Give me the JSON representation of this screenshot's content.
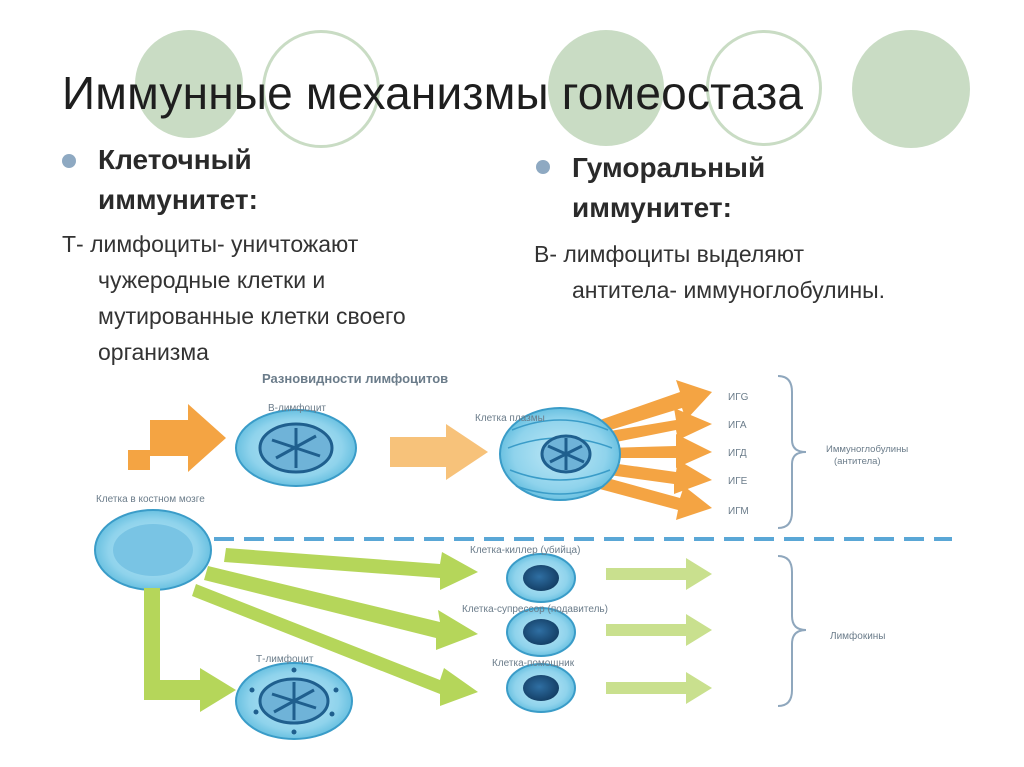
{
  "slide": {
    "title": "Иммунные механизмы гомеостаза"
  },
  "left": {
    "heading_line1": "Клеточный",
    "heading_line2": "иммунитет:",
    "desc_lines": [
      "Т- лимфоциты- уничтожают",
      "чужеродные клетки и",
      "мутированные клетки своего",
      "организма"
    ]
  },
  "right": {
    "heading_line1": "Гуморальный",
    "heading_line2": "иммунитет:",
    "desc_lines": [
      "В- лимфоциты выделяют",
      "антитела- иммуноглобулины."
    ]
  },
  "diagram": {
    "title": "Разновидности лимфоцитов",
    "bone_marrow_cell": "Клетка в костном мозге",
    "b_lymphocyte": "В-лимфоцит",
    "plasma_cell": "Клетка плазмы",
    "immunoglobulins": [
      "ИГG",
      "ИГА",
      "ИГД",
      "ИГЕ",
      "ИГМ"
    ],
    "immunoglobulins_label_line1": "Иммуноглобулины",
    "immunoglobulins_label_line2": "(антитела)",
    "t_lymphocyte": "Т-лимфоцит",
    "killer_cell": "Клетка-киллер (убийца)",
    "suppressor_cell": "Клетка-супрессор (подавитель)",
    "helper_cell": "Клетка-помощник",
    "lymphokines": "Лимфокины"
  },
  "colors": {
    "decor_circle": "#c9dcc4",
    "orange_arrow": "#f4a443",
    "green_arrow": "#b5d65a",
    "cell_fill": "#8fd3ec",
    "cell_nucleus": "#1e5f8f",
    "divider": "#5aa7d6"
  }
}
